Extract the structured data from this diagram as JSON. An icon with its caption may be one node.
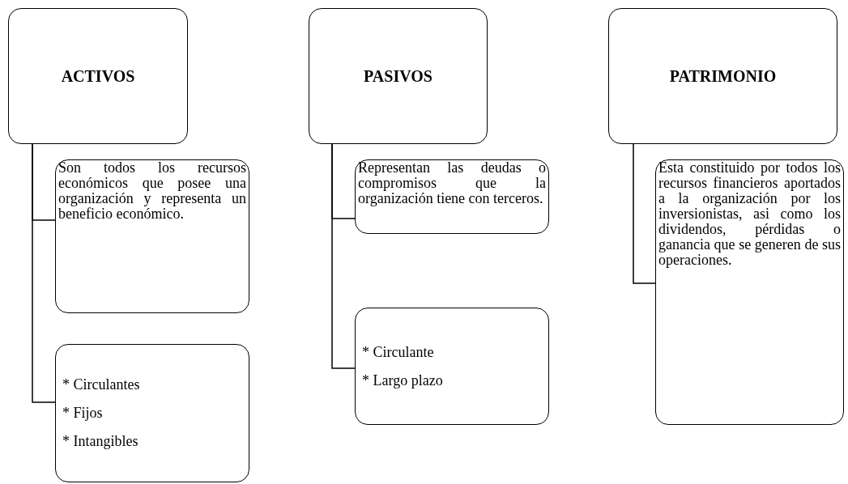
{
  "diagram": {
    "nodes": [
      {
        "text": [
          "ACTIVOS"
        ]
      },
      {
        "text": [
          "Son todos los recursos económicos que posee una organización y representa un beneficio económico."
        ]
      },
      {
        "text": [
          "* Circulantes",
          "* Fijos",
          "* Intangibles"
        ]
      },
      {
        "text": [
          "PASIVOS"
        ]
      },
      {
        "text": [
          "Representan las deudas o compromisos que la organización tiene con terceros."
        ]
      },
      {
        "text": [
          "* Circulante",
          "* Largo plazo"
        ]
      },
      {
        "text": [
          "PATRIMONIO"
        ]
      },
      {
        "text": [
          "Esta constituido por todos los recursos financieros aportados a la organización por los inversionistas, asi como los dividendos, pérdidas o ganancia que se generen de sus operaciones."
        ]
      }
    ],
    "edges": [
      {
        "from": 0,
        "to": 1,
        "arrow": "none"
      },
      {
        "from": 0,
        "to": 2,
        "arrow": "none"
      },
      {
        "from": 3,
        "to": 4,
        "arrow": "none"
      },
      {
        "from": 3,
        "to": 5,
        "arrow": "none"
      },
      {
        "from": 6,
        "to": 7,
        "arrow": "none"
      }
    ]
  }
}
